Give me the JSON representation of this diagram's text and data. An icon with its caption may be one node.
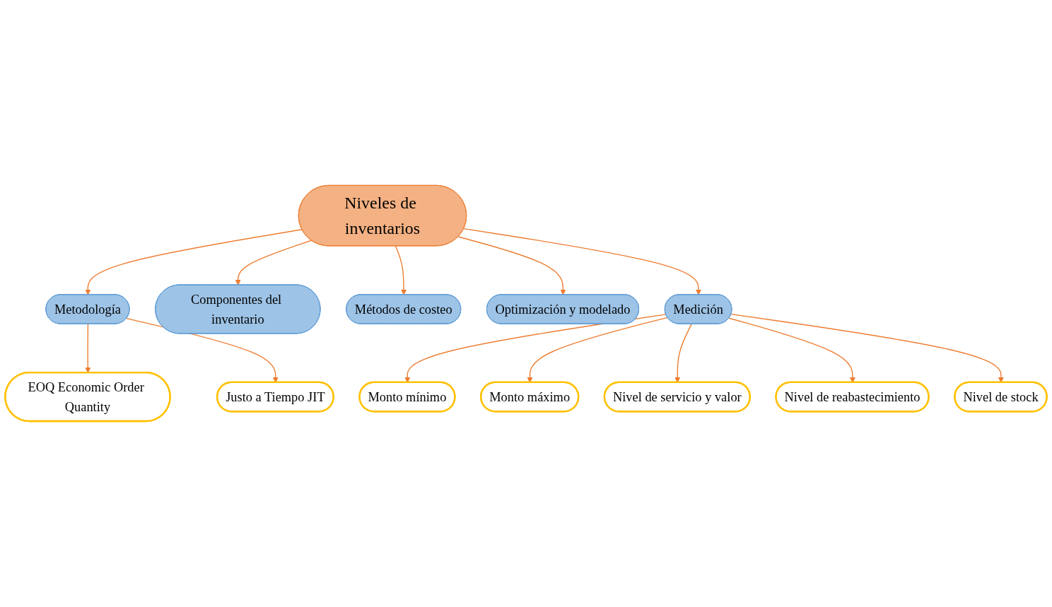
{
  "diagram": {
    "nodes": [
      {
        "text": [
          "Niveles de inventarios"
        ]
      },
      {
        "text": [
          "Metodología"
        ]
      },
      {
        "text": [
          "EOQ Economic Order Quantity"
        ]
      },
      {
        "text": [
          "Justo a Tiempo JIT"
        ]
      },
      {
        "text": [
          "Componentes del inventario"
        ]
      },
      {
        "text": [
          "Métodos de costeo"
        ]
      },
      {
        "text": [
          "Optimización y modelado"
        ]
      },
      {
        "text": [
          "Medición"
        ]
      },
      {
        "text": [
          "Monto mínimo"
        ]
      },
      {
        "text": [
          "Monto máximo"
        ]
      },
      {
        "text": [
          "Nivel de servicio y valor"
        ]
      },
      {
        "text": [
          "Nivel de reabastecimiento"
        ]
      },
      {
        "text": [
          "Nivel de stock"
        ]
      }
    ],
    "edges": [
      {
        "from": 0,
        "to": 1,
        "arrow": "to"
      },
      {
        "from": 1,
        "to": 2,
        "arrow": "to"
      },
      {
        "from": 1,
        "to": 3,
        "arrow": "to"
      },
      {
        "from": 0,
        "to": 4,
        "arrow": "to"
      },
      {
        "from": 0,
        "to": 5,
        "arrow": "to"
      },
      {
        "from": 0,
        "to": 6,
        "arrow": "to"
      },
      {
        "from": 0,
        "to": 7,
        "arrow": "to"
      },
      {
        "from": 7,
        "to": 8,
        "arrow": "to"
      },
      {
        "from": 7,
        "to": 9,
        "arrow": "to"
      },
      {
        "from": 7,
        "to": 10,
        "arrow": "to"
      },
      {
        "from": 7,
        "to": 11,
        "arrow": "to"
      },
      {
        "from": 7,
        "to": 12,
        "arrow": "to"
      }
    ]
  }
}
